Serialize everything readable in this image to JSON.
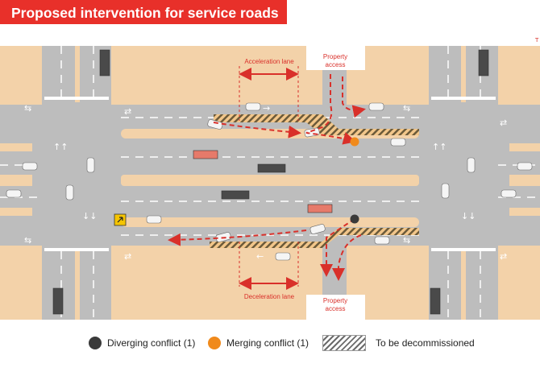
{
  "title": "Proposed intervention for service roads",
  "labels": {
    "acceleration_lane": "Acceleration lane",
    "deceleration_lane": "Deceleration lane",
    "property_access_top": "Property access",
    "property_access_bottom": "Property access"
  },
  "legend": {
    "diverging": "Diverging conflict (1)",
    "merging": "Merging conflict (1)",
    "decommissioned": "To be decommissioned"
  },
  "colors": {
    "title_bg": "#e8302a",
    "land": "#f3d2a9",
    "road": "#bdbdbd",
    "annotation": "#d9302a",
    "diverging_dot": "#3a3a3a",
    "merging_dot": "#f08a1c"
  }
}
